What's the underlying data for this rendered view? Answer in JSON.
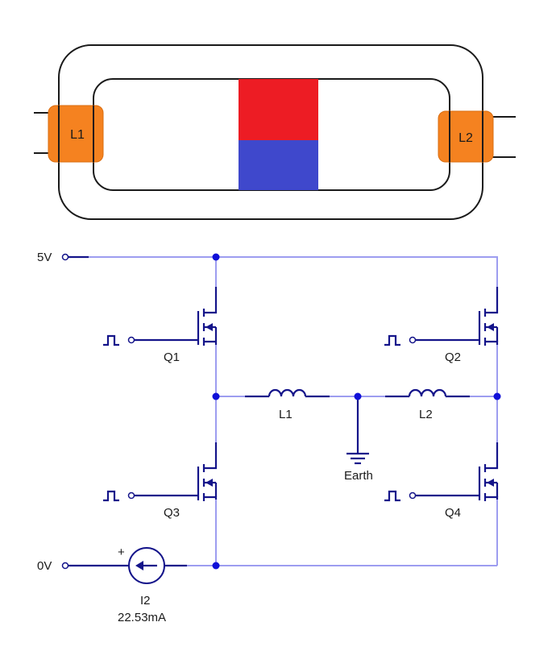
{
  "magnet": {
    "coil_left_label": "L1",
    "coil_right_label": "L2",
    "colors": {
      "coil": "#f58220",
      "north": "#ed1c24",
      "south": "#3f48cc",
      "core": "#1a1a1a"
    }
  },
  "circuit": {
    "supply_label": "5V",
    "ground_rail_label": "0V",
    "transistors": [
      "Q1",
      "Q2",
      "Q3",
      "Q4"
    ],
    "inductors": [
      "L1",
      "L2"
    ],
    "earth_label": "Earth",
    "source": {
      "name": "I2",
      "value": "22.53mA",
      "polarity": "+"
    },
    "colors": {
      "wire": "#9d9df0",
      "component": "#14148a",
      "node": "#1010d8"
    }
  }
}
